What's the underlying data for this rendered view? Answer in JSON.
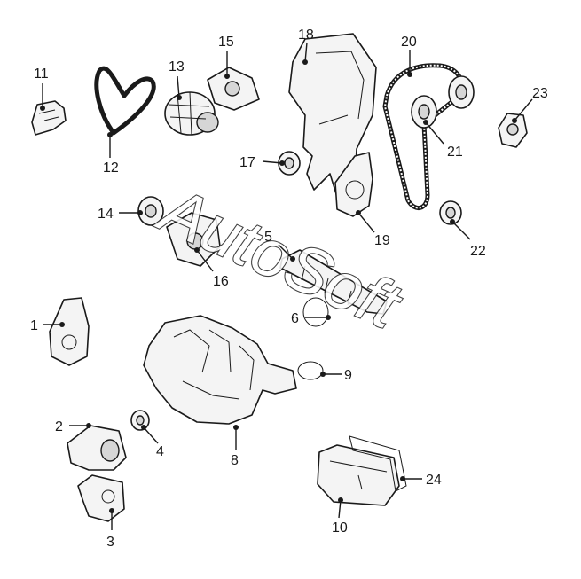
{
  "watermark": "AutoSoft",
  "callouts": {
    "c1": "1",
    "c2": "2",
    "c3": "3",
    "c4": "4",
    "c5": "5",
    "c6": "6",
    "c8": "8",
    "c9": "9",
    "c10": "10",
    "c11": "11",
    "c12": "12",
    "c13": "13",
    "c14": "14",
    "c15": "15",
    "c16": "16",
    "c17": "17",
    "c18": "18",
    "c19": "19",
    "c20": "20",
    "c21": "21",
    "c22": "22",
    "c23": "23",
    "c24": "24"
  }
}
